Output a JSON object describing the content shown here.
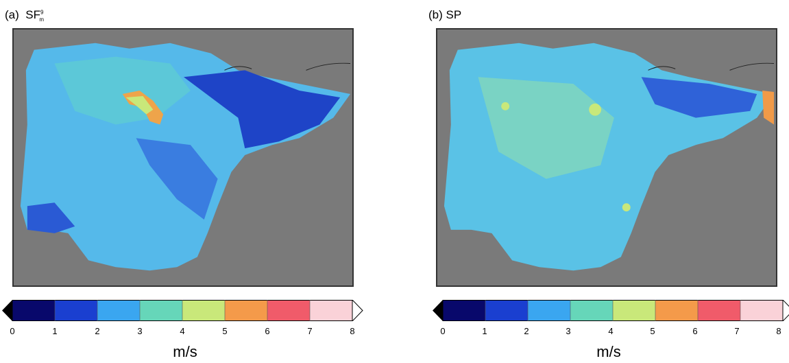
{
  "panels": [
    {
      "label_prefix": "(a)",
      "label_main": "SF",
      "label_sup": "9",
      "label_sub": "m",
      "unit": "m/s",
      "ticks": [
        "0",
        "1",
        "2",
        "3",
        "4",
        "5",
        "6",
        "7",
        "8"
      ]
    },
    {
      "label_prefix": "(b)",
      "label_main": "SP",
      "label_sup": "",
      "label_sub": "",
      "unit": "m/s",
      "ticks": [
        "0",
        "1",
        "2",
        "3",
        "4",
        "5",
        "6",
        "7",
        "8"
      ]
    }
  ],
  "colorbar": {
    "range": [
      0,
      8
    ],
    "extend": "both",
    "colors": [
      "#08086b",
      "#1a3fd0",
      "#3aa6f0",
      "#66d6b9",
      "#c9e87a",
      "#f49a4a",
      "#f05b6a",
      "#fad2d8"
    ]
  },
  "colors": {
    "land_masked": "#7a7a7a",
    "frame": "#333333"
  }
}
